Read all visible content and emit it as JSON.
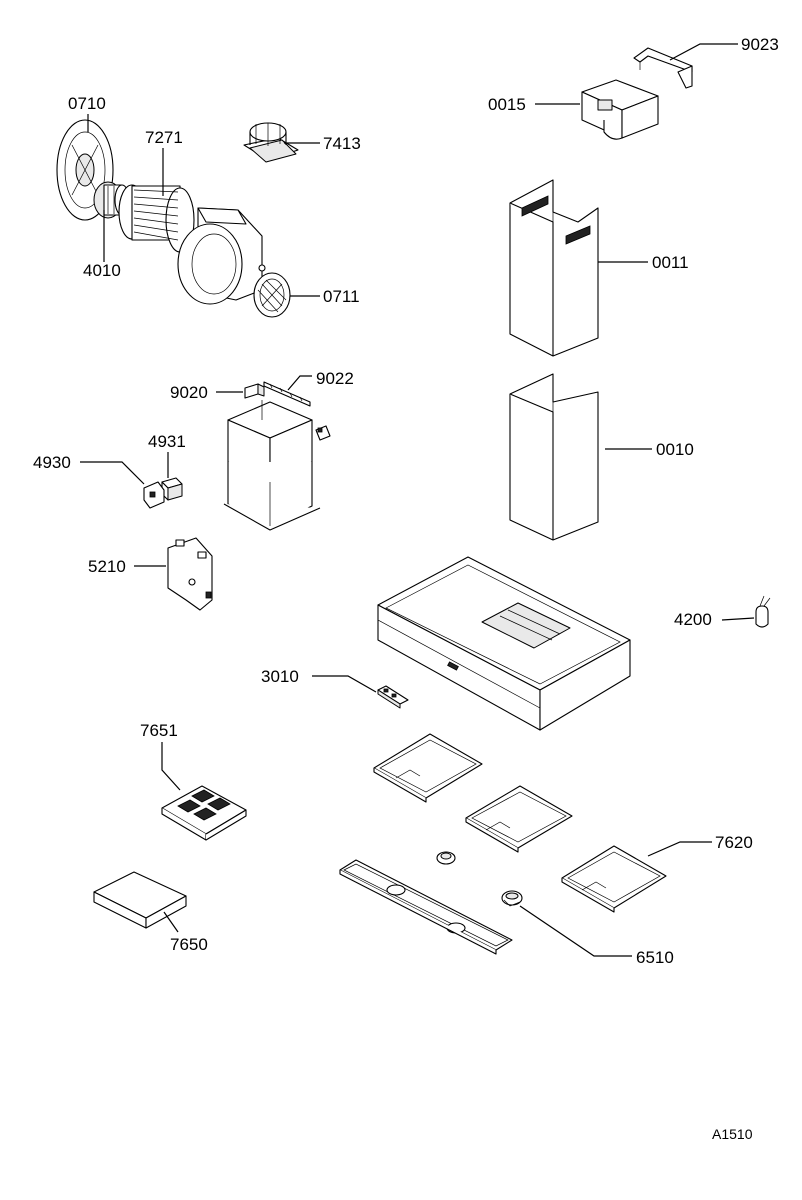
{
  "diagram_code": "A1510",
  "parts": {
    "p0710": "0710",
    "p7271": "7271",
    "p4010": "4010",
    "p7413": "7413",
    "p0711": "0711",
    "p0015": "0015",
    "p9023": "9023",
    "p0011": "0011",
    "p9020": "9020",
    "p9022": "9022",
    "p4931": "4931",
    "p4930": "4930",
    "p0010": "0010",
    "p5210": "5210",
    "p4200": "4200",
    "p3010": "3010",
    "p7651": "7651",
    "p7620": "7620",
    "p7650": "7650",
    "p6510": "6510"
  }
}
